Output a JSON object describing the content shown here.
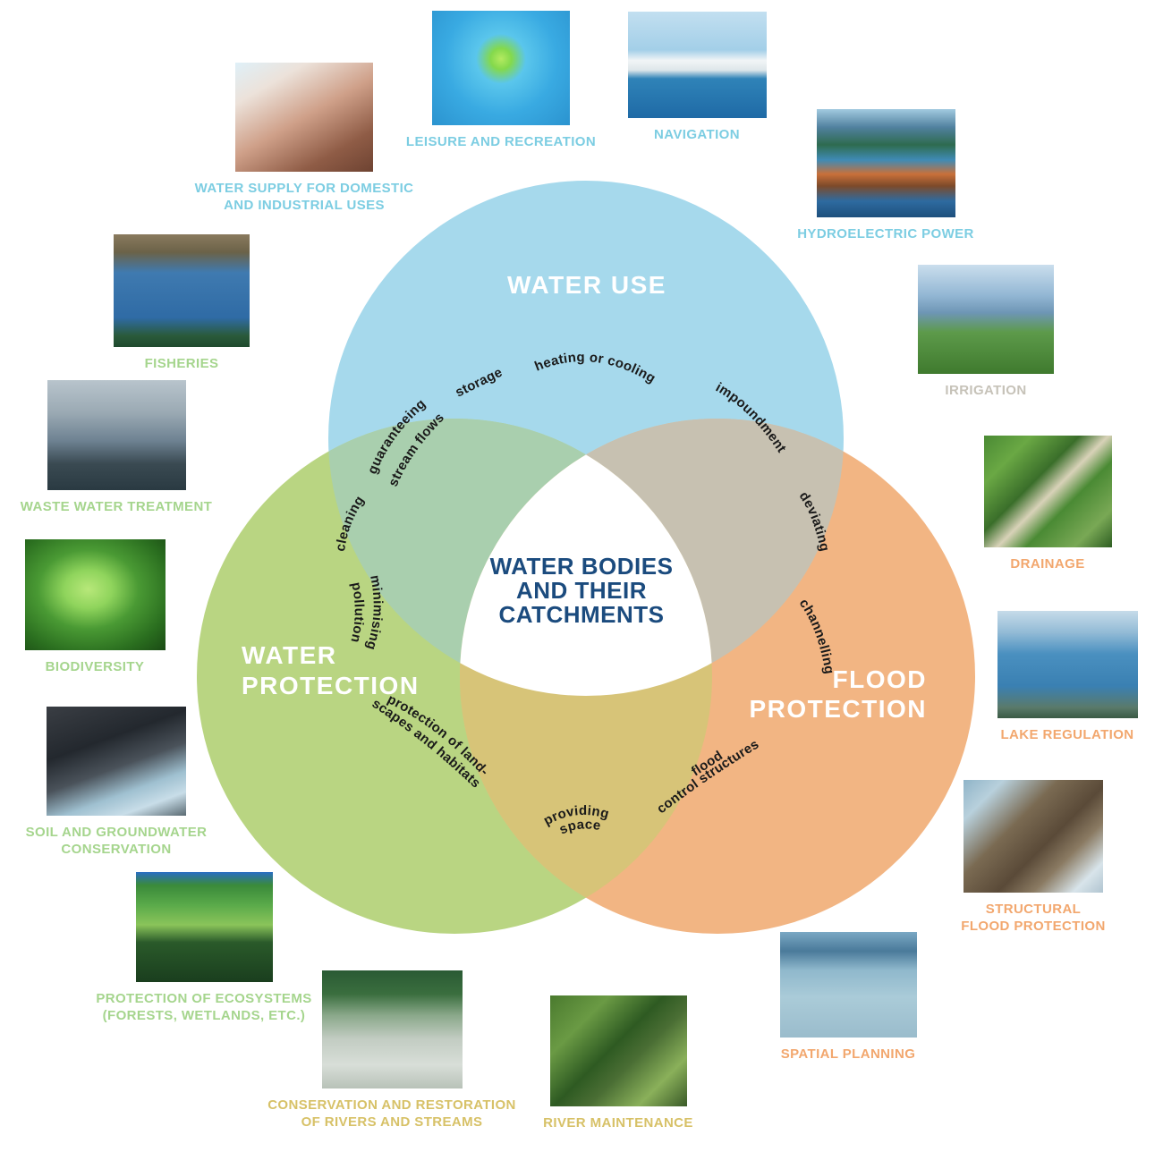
{
  "palette": {
    "circle_water_use": "#a6d9ec",
    "circle_water_protection": "#b9d582",
    "circle_flood_protection": "#f2b583",
    "overlap_use_protection": "#a9cfae",
    "overlap_use_flood": "#c7c1b1",
    "overlap_protection_flood": "#d7c478",
    "center_region": "#ffffff",
    "circle_title_text": "#ffffff",
    "center_text": "#1b4b7e",
    "activity_text": "#1a1a1a",
    "caption_water_use": "#7ccde2",
    "caption_water_protection": "#a5d58d",
    "caption_flood_protection": "#f2a76e",
    "caption_shared_protection_flood": "#d7c167",
    "caption_shared_use_flood": "#c6c2b8"
  },
  "venn": {
    "center": {
      "line1": "WATER BODIES",
      "line2": "AND THEIR",
      "line3": "CATCHMENTS"
    },
    "water_use": {
      "title": "WATER USE"
    },
    "water_protection": {
      "title_line1": "WATER",
      "title_line2": "PROTECTION"
    },
    "flood_protection": {
      "title_line1": "FLOOD",
      "title_line2": "PROTECTION"
    },
    "activities": {
      "storage": "storage",
      "heating_or_cooling": "heating or cooling",
      "impoundment": "impoundment",
      "guaranteeing_line1": "guaranteeing",
      "guaranteeing_line2": "stream flows",
      "cleaning": "cleaning",
      "deviating": "deviating",
      "minimising_line1": "minimising",
      "minimising_line2": "pollution",
      "channelling": "channelling",
      "landscapes_line1": "protection of land-",
      "landscapes_line2": "scapes and habitats",
      "flood_structures_line1": "flood",
      "flood_structures_line2": "control structures",
      "providing_line1": "providing",
      "providing_line2": "space"
    }
  },
  "items": [
    {
      "id": "water-supply",
      "line1": "WATER SUPPLY FOR DOMESTIC",
      "line2": "AND INDUSTRIAL USES",
      "category": "water-use"
    },
    {
      "id": "leisure",
      "line1": "LEISURE AND RECREATION",
      "line2": "",
      "category": "water-use"
    },
    {
      "id": "navigation",
      "line1": "NAVIGATION",
      "line2": "",
      "category": "water-use"
    },
    {
      "id": "hydroelectric",
      "line1": "HYDROELECTRIC POWER",
      "line2": "",
      "category": "water-use"
    },
    {
      "id": "irrigation",
      "line1": "IRRIGATION",
      "line2": "",
      "category": "shared-use-flood"
    },
    {
      "id": "fisheries",
      "line1": "FISHERIES",
      "line2": "",
      "category": "water-protection"
    },
    {
      "id": "waste-water",
      "line1": "WASTE WATER TREATMENT",
      "line2": "",
      "category": "water-protection"
    },
    {
      "id": "drainage",
      "line1": "DRAINAGE",
      "line2": "",
      "category": "flood-protection"
    },
    {
      "id": "biodiversity",
      "line1": "BIODIVERSITY",
      "line2": "",
      "category": "water-protection"
    },
    {
      "id": "lake-regulation",
      "line1": "LAKE REGULATION",
      "line2": "",
      "category": "flood-protection"
    },
    {
      "id": "soil-groundwater",
      "line1": "SOIL AND GROUNDWATER",
      "line2": "CONSERVATION",
      "category": "water-protection"
    },
    {
      "id": "structural-flood",
      "line1": "STRUCTURAL",
      "line2": "FLOOD PROTECTION",
      "category": "flood-protection"
    },
    {
      "id": "ecosystems",
      "line1": "PROTECTION OF ECOSYSTEMS",
      "line2": "(FORESTS, WETLANDS, ETC.)",
      "category": "water-protection"
    },
    {
      "id": "spatial-planning",
      "line1": "SPATIAL PLANNING",
      "line2": "",
      "category": "flood-protection"
    },
    {
      "id": "conservation-rivers",
      "line1": "CONSERVATION AND RESTORATION",
      "line2": "OF RIVERS AND STREAMS",
      "category": "shared-protection-flood"
    },
    {
      "id": "river-maintenance",
      "line1": "RIVER MAINTENANCE",
      "line2": "",
      "category": "shared-protection-flood"
    }
  ]
}
